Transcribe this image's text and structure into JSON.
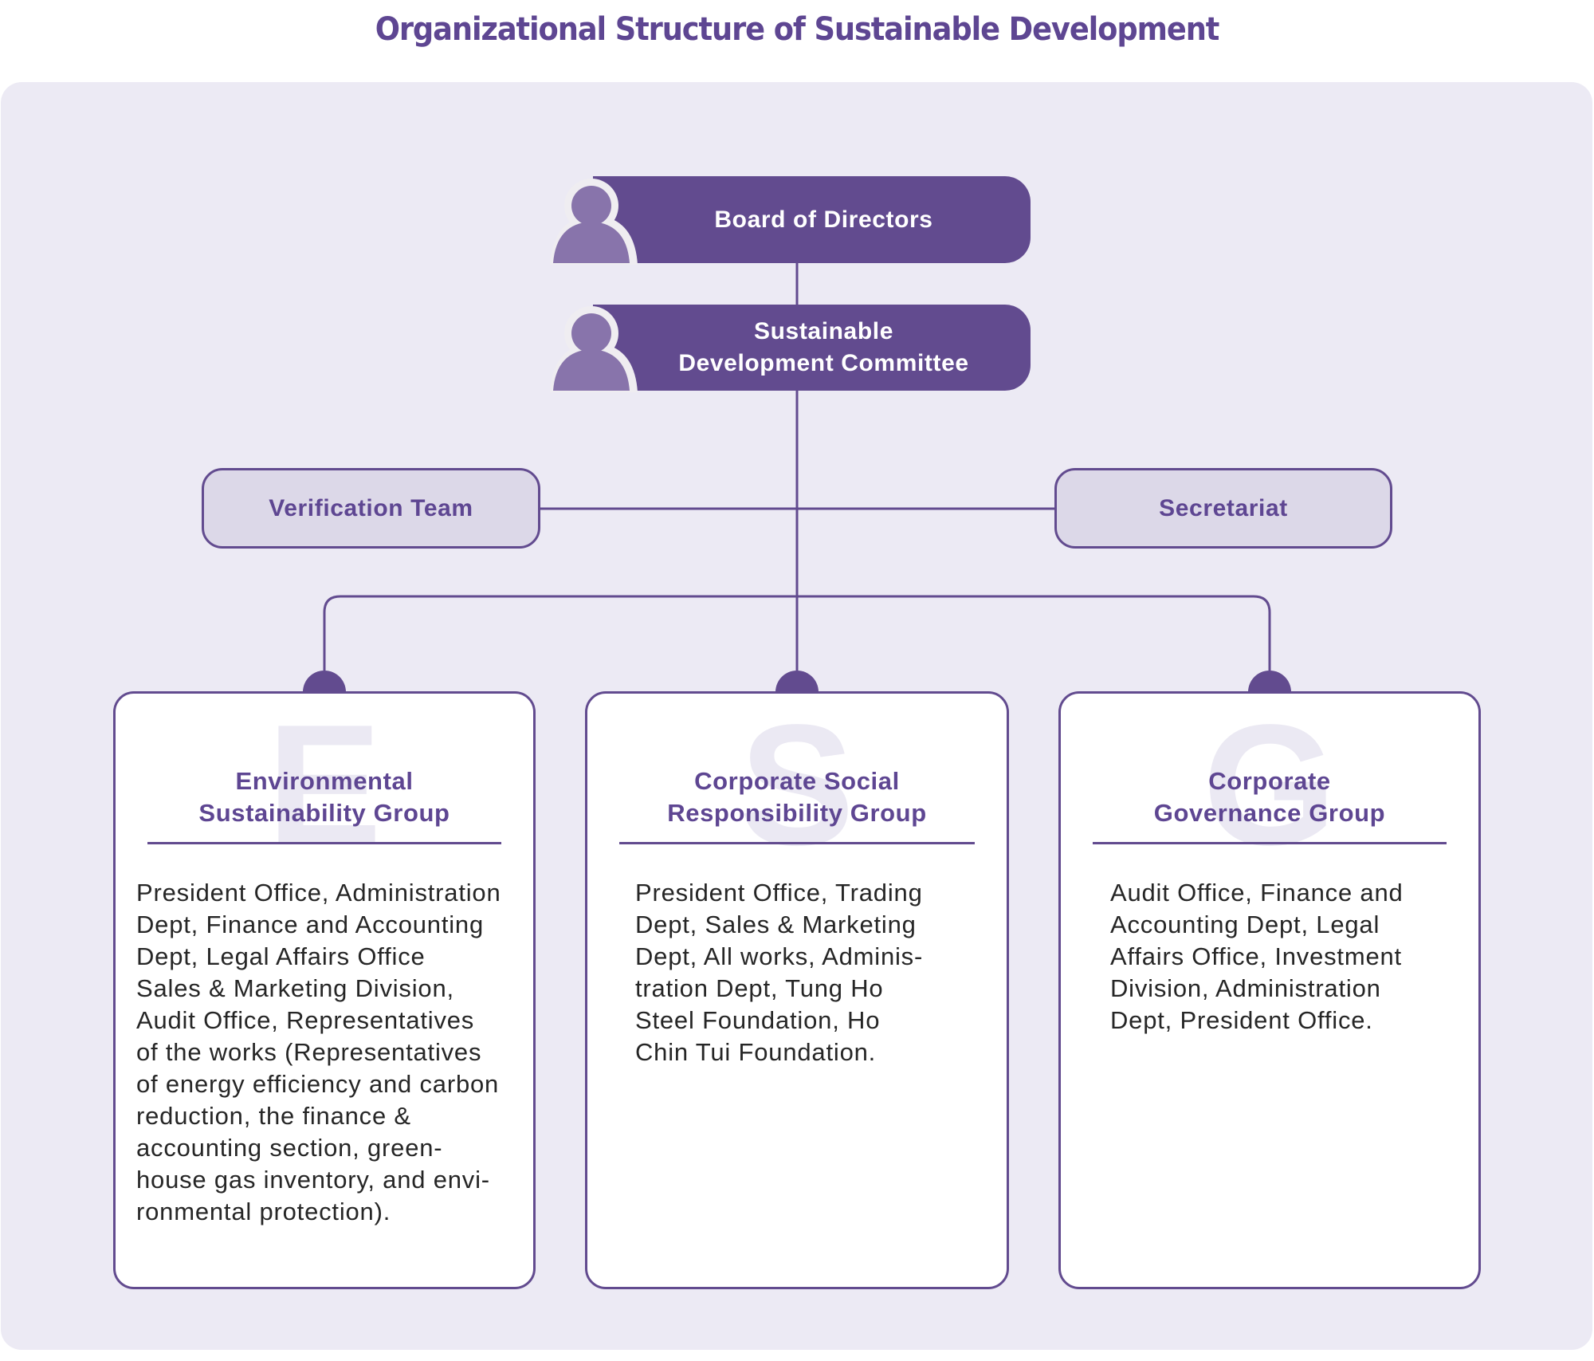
{
  "title": "Organizational Structure of Sustainable Development",
  "colors": {
    "primary": "#624b8f",
    "title_text": "#5e4692",
    "panel_bg": "#eceaf4",
    "side_box_bg": "#dcd8e8",
    "avatar": "#8874ab",
    "watermark_letter": "#ebe9f3"
  },
  "top_nodes": [
    {
      "label": "Board of Directors",
      "icon": "person-icon"
    },
    {
      "label": "Sustainable\nDevelopment Committee",
      "icon": "person-icon"
    }
  ],
  "side_nodes": {
    "left": "Verification Team",
    "right": "Secretariat"
  },
  "groups": [
    {
      "letter": "E",
      "title": "Environmental\nSustainability Group",
      "members": "President Office, Administration\nDept, Finance and Accounting\nDept, Legal Affairs Office\nSales & Marketing Division,\nAudit Office, Representatives\nof the works (Representatives\nof energy efficiency and carbon\nreduction, the finance &\naccounting section, green-\nhouse gas inventory, and envi-\nronmental protection)."
    },
    {
      "letter": "S",
      "title": "Corporate Social\nResponsibility Group",
      "members": "President Office, Trading\nDept, Sales & Marketing\nDept, All works, Adminis-\ntration Dept, Tung Ho\nSteel Foundation, Ho\nChin Tui Foundation."
    },
    {
      "letter": "G",
      "title": "Corporate\nGovernance Group",
      "members": "Audit Office, Finance and\nAccounting Dept, Legal\nAffairs Office, Investment\nDivision, Administration\nDept, President Office."
    }
  ]
}
